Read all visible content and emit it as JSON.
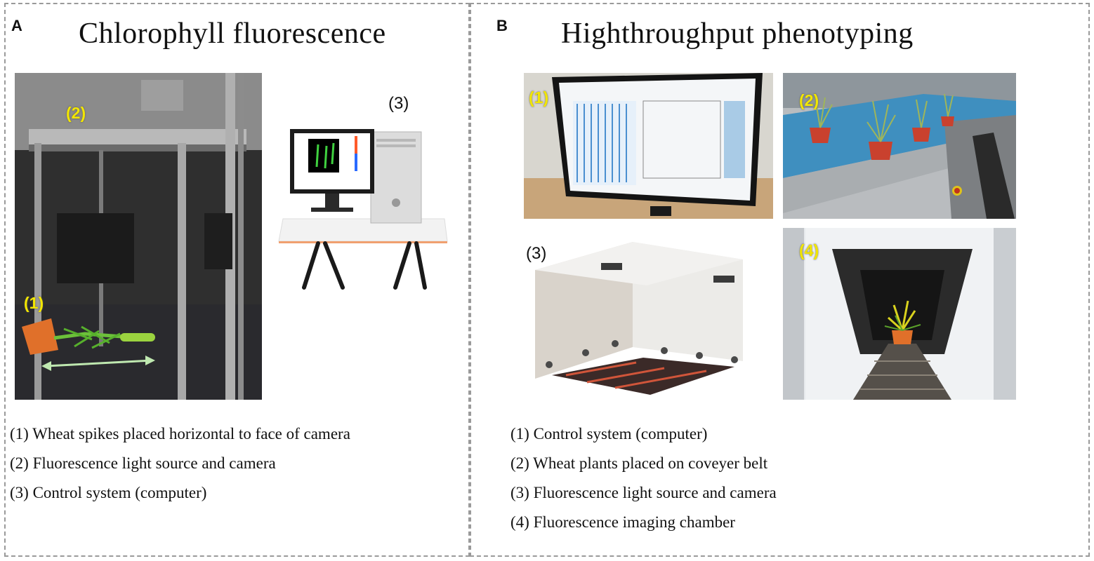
{
  "panel_a": {
    "letter": "A",
    "title": "Chlorophyll fluorescence",
    "markers": {
      "spike": "(1)",
      "light": "(2)",
      "computer": "(3)"
    },
    "captions": [
      "(1) Wheat spikes placed horizontal to face of camera",
      "(2) Fluorescence light source and camera",
      "(3) Control system (computer)"
    ]
  },
  "panel_b": {
    "letter": "B",
    "title": "Highthroughput phenotyping",
    "markers": {
      "control": "(1)",
      "belt": "(2)",
      "chamber_render": "(3)",
      "chamber_photo": "(4)"
    },
    "captions": [
      "(1) Control system (computer)",
      "(2) Wheat plants placed on coveyer belt",
      "(3) Fluorescence light source and camera",
      "(4) Fluorescence imaging chamber"
    ]
  },
  "colors": {
    "marker_yellow": "#f2e600",
    "border_dash": "#9a9a9a",
    "pot_orange": "#e0702a",
    "pot_red": "#c9412e",
    "belt_blue": "#2aa7d6"
  }
}
